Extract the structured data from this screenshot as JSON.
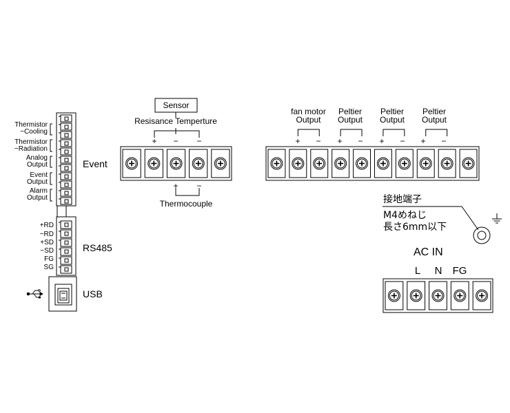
{
  "connector_block": {
    "event_signals": [
      {
        "line1": "Thermistor",
        "line2": "−Cooling"
      },
      {
        "line1": "Thermistor",
        "line2": "−Radiation"
      },
      {
        "line1": "Analog",
        "line2": "Output"
      },
      {
        "line1": "Event",
        "line2": "Output"
      },
      {
        "line1": "Alarm",
        "line2": "Output"
      }
    ],
    "event_label": "Event",
    "rs485_pins": [
      "+RD",
      "−RD",
      "+SD",
      "−SD",
      "FG",
      "SG"
    ],
    "rs485_label": "RS485",
    "usb_label": "USB",
    "usb_symbol": "usb-icon"
  },
  "sensor_block": {
    "sensor_box_label": "Sensor",
    "resistance_label": "Resisance Temperture",
    "top_polarity": [
      "+",
      "−",
      "−"
    ],
    "bottom_polarity": [
      "+",
      "−"
    ],
    "thermocouple_label": "Thermocouple",
    "terminal_count": 5
  },
  "output_block": {
    "outputs": [
      {
        "line1": "fan motor",
        "line2": "Output"
      },
      {
        "line1": "Peltier",
        "line2": "Output"
      },
      {
        "line1": "Peltier",
        "line2": "Output"
      },
      {
        "line1": "Peltier",
        "line2": "Output"
      }
    ],
    "polarity": [
      "+",
      "−"
    ],
    "terminal_count": 10
  },
  "ground": {
    "title": "接地端子",
    "spec_line1": "M4めねじ",
    "spec_line2": "長さ6mm以下",
    "symbol": "earth-ground-icon"
  },
  "ac_block": {
    "title": "AC IN",
    "terminals": [
      "L",
      "N",
      "FG"
    ],
    "terminal_count": 5
  }
}
